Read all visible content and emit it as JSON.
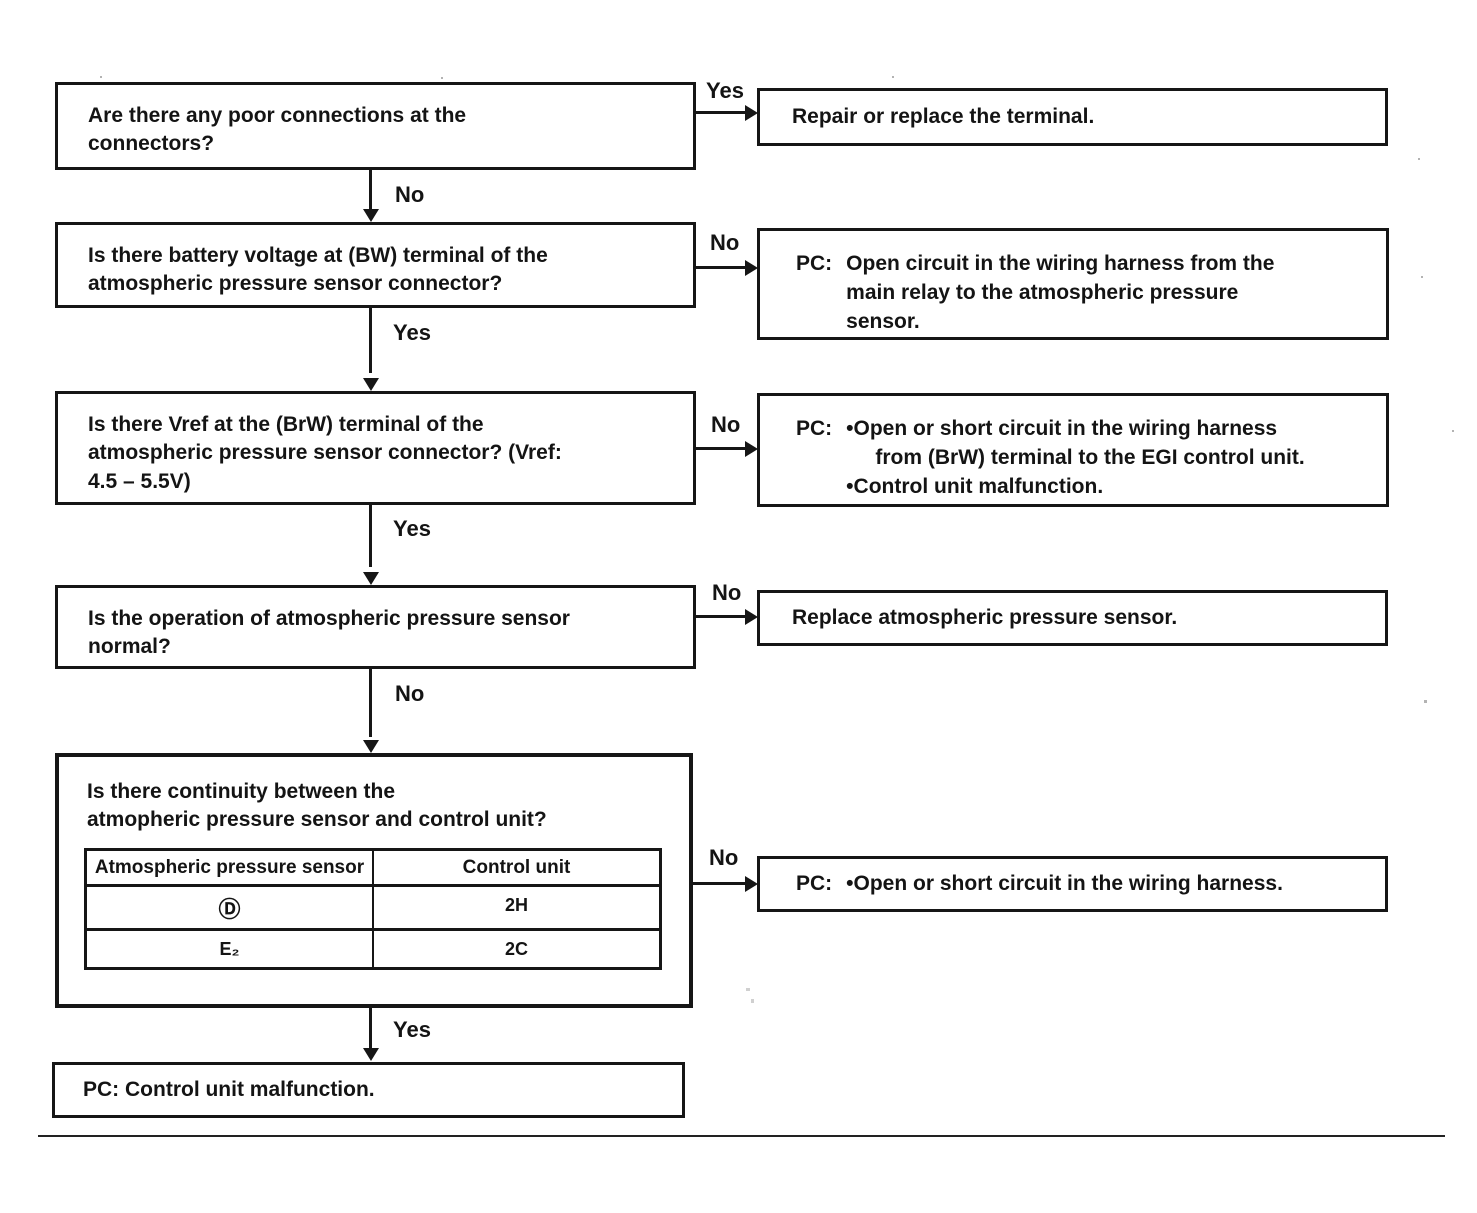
{
  "flow": {
    "questions": {
      "q1": "Are there any poor connections at the\nconnectors?",
      "q2": "Is there battery voltage at (BW) terminal of the\natmospheric pressure sensor connector?",
      "q3": "Is there Vref at the (BrW) terminal of the\natmospheric pressure sensor connector? (Vref:\n4.5 – 5.5V)",
      "q4": "Is the operation of atmospheric pressure sensor\nnormal?",
      "q5": "Is there continuity between the\natmopheric pressure sensor and control unit?"
    },
    "results": {
      "a1": "Repair or replace the terminal.",
      "a2_label": "PC:",
      "a2_text": "Open circuit in the wiring harness from the\nmain relay to the atmospheric pressure\nsensor.",
      "a3_label": "PC:",
      "a3_text": "•Open or short circuit in the wiring harness\n     from (BrW) terminal to the EGI control unit.\n•Control unit malfunction.",
      "a4": "Replace atmospheric pressure sensor.",
      "a5_label": "PC:",
      "a5_text": "•Open or short circuit in the wiring harness.",
      "final": "PC: Control unit malfunction."
    },
    "edges": {
      "q1_yes": "Yes",
      "q1_no": "No",
      "q2_no": "No",
      "q2_yes": "Yes",
      "q3_no": "No",
      "q3_yes": "Yes",
      "q4_no_right": "No",
      "q4_no_down": "No",
      "q5_no": "No",
      "q5_yes": "Yes"
    },
    "pin_table": {
      "headers": [
        "Atmospheric pressure sensor",
        "Control unit"
      ],
      "rows": [
        [
          "Ⓓ",
          "2H"
        ],
        [
          "E₂",
          "2C"
        ]
      ]
    }
  }
}
